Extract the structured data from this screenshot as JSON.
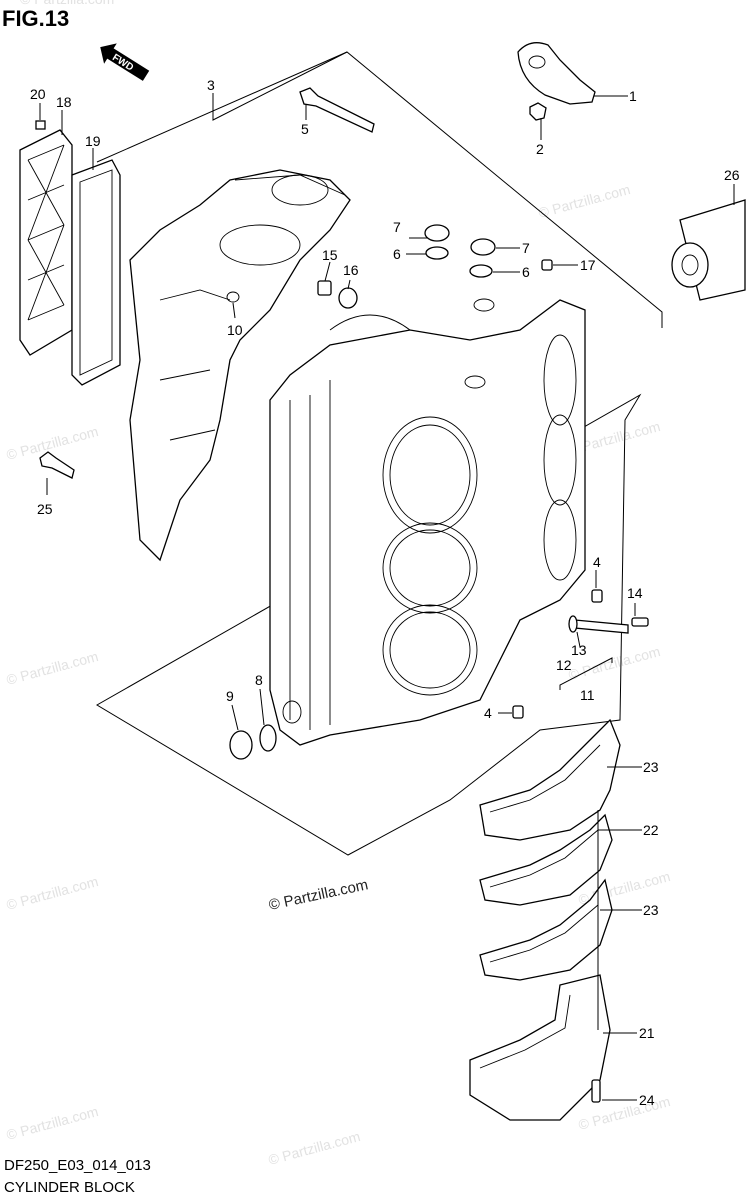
{
  "figure": {
    "title": "FIG.13",
    "fwd_label": "FWD",
    "drawing_code": "DF250_E03_014_013",
    "caption": "CYLINDER BLOCK"
  },
  "watermark": {
    "main": "© Partzilla.com",
    "faded": "© Partzilla.com"
  },
  "callouts": [
    "1",
    "2",
    "3",
    "4",
    "4",
    "5",
    "6",
    "6",
    "7",
    "7",
    "8",
    "9",
    "10",
    "11",
    "12",
    "13",
    "14",
    "15",
    "16",
    "17",
    "18",
    "19",
    "20",
    "21",
    "22",
    "23",
    "23",
    "24",
    "25",
    "26"
  ]
}
